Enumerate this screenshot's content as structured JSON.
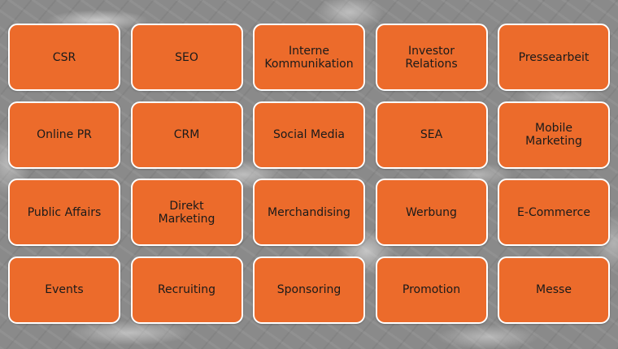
{
  "colors": {
    "tile_fill": "#ec6b2b",
    "tile_border": "#ffffff",
    "text": "#1a1a1a",
    "background": "#8a8a8a"
  },
  "tiles": [
    "CSR",
    "SEO",
    "Interne\nKommunikation",
    "Investor\nRelations",
    "Pressearbeit",
    "Online PR",
    "CRM",
    "Social Media",
    "SEA",
    "Mobile\nMarketing",
    "Public Affairs",
    "Direkt\nMarketing",
    "Merchandising",
    "Werbung",
    "E-Commerce",
    "Events",
    "Recruiting",
    "Sponsoring",
    "Promotion",
    "Messe"
  ]
}
